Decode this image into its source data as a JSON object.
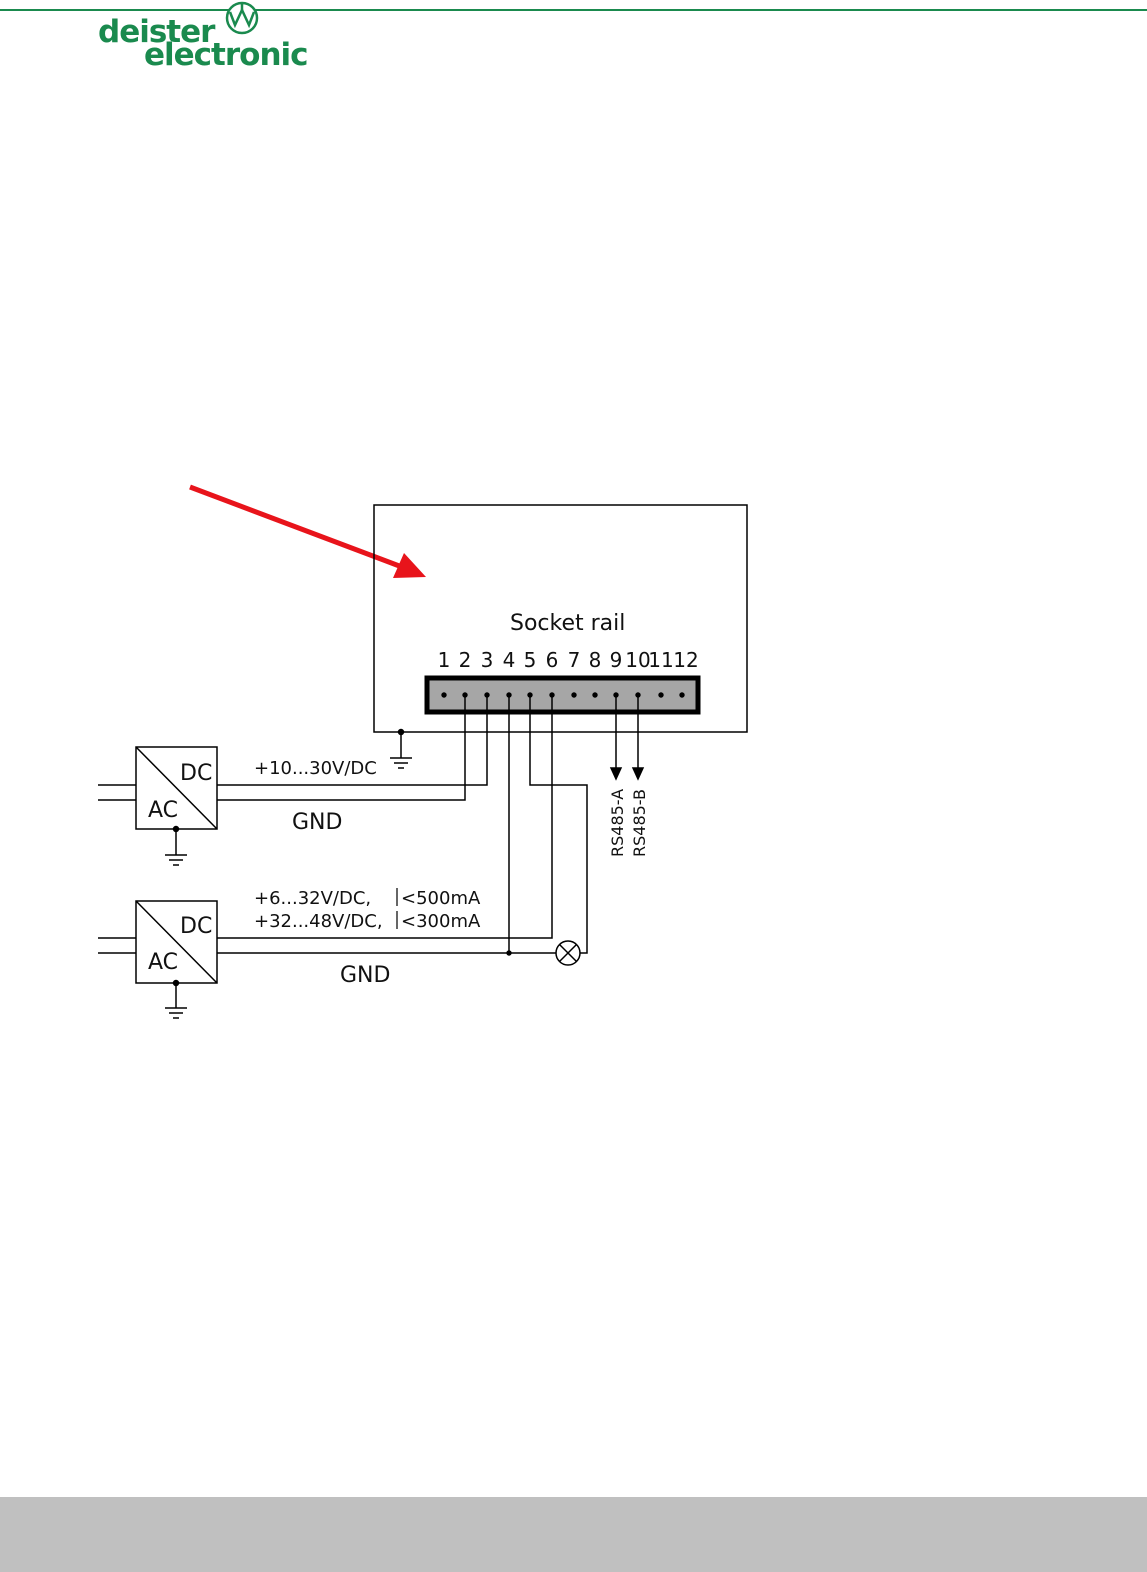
{
  "logo": {
    "line1": "deister",
    "line2": "electronic"
  },
  "colors": {
    "brand_green": "#1a8a4e",
    "arrow_red": "#e8141b",
    "rail_fill": "#a6a6a6",
    "footer_gray": "#c0c0c0"
  },
  "diagram": {
    "socket_rail_label": "Socket rail",
    "pins": [
      "1",
      "2",
      "3",
      "4",
      "5",
      "6",
      "7",
      "8",
      "9",
      "10",
      "11",
      "12"
    ],
    "psu1": {
      "dc_label": "DC",
      "ac_label": "AC",
      "voltage_label": "+10...30V/DC",
      "gnd_label": "GND"
    },
    "psu2": {
      "dc_label": "DC",
      "ac_label": "AC",
      "voltage_line1": "+6...32V/DC,",
      "current_line1": "<500mA",
      "voltage_line2": "+32...48V/DC,",
      "current_line2": "<300mA",
      "gnd_label": "GND"
    },
    "rs485_a": "RS485-A",
    "rs485_b": "RS485-B"
  }
}
